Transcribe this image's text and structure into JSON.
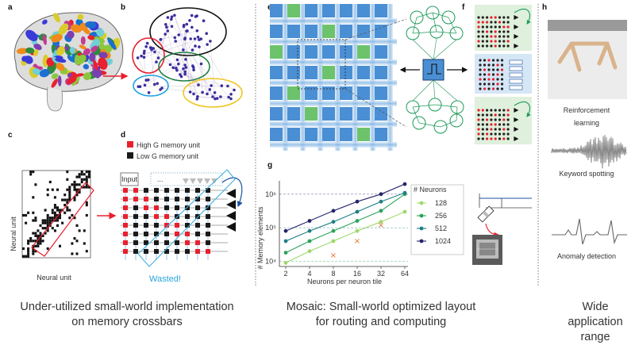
{
  "panel_labels": {
    "a": "a",
    "b": "b",
    "c": "c",
    "d": "d",
    "e": "e",
    "f": "f",
    "g": "g",
    "h": "h"
  },
  "panel_c": {
    "xlabel": "Neural unit",
    "ylabel": "Neural unit"
  },
  "panel_d": {
    "legend_high": "High G memory unit",
    "legend_low": "Low G memory unit",
    "input_label": "Input",
    "dots_label": "...",
    "wasted_label": "Wasted!",
    "high_color": "#e8202f",
    "low_color": "#1a1a1a"
  },
  "panel_h": {
    "items": [
      "Reinforcement learning",
      "Keyword spotting",
      "Anomaly detection"
    ]
  },
  "captions": {
    "left_line1": "Under-utilized small-world implementation",
    "left_line2": "on memory crossbars",
    "mid_line1": "Mosaic: Small-world optimized layout",
    "mid_line2": "for routing and computing",
    "right_line1": "Wide",
    "right_line2": "application range"
  },
  "chart_data": {
    "type": "line",
    "xlabel": "Neurons per neuron tile",
    "ylabel": "# Memory elements",
    "x": [
      2,
      4,
      8,
      16,
      32,
      64
    ],
    "x_tick_labels": [
      "2",
      "4",
      "8",
      "16",
      "32",
      "64"
    ],
    "x_scale": "log2",
    "y_scale": "log10",
    "y_tick_labels": [
      "10⁴",
      "10⁵",
      "10⁶"
    ],
    "ylim": [
      7000,
      2500000
    ],
    "legend_title": "# Neurons",
    "legend_position": "right",
    "series": [
      {
        "name": "128",
        "color": "#9fd86b",
        "values": [
          9000,
          20000,
          40000,
          80000,
          150000,
          300000
        ]
      },
      {
        "name": "256",
        "color": "#2aa35a",
        "values": [
          18000,
          40000,
          80000,
          160000,
          320000,
          1000000
        ]
      },
      {
        "name": "512",
        "color": "#1e7f86",
        "values": [
          40000,
          80000,
          150000,
          300000,
          600000,
          1100000
        ]
      },
      {
        "name": "1024",
        "color": "#25256b",
        "values": [
          80000,
          160000,
          320000,
          600000,
          1000000,
          2000000
        ]
      }
    ],
    "marker_x": [
      8,
      16,
      32
    ],
    "marker_y": [
      15000,
      40000,
      120000
    ]
  }
}
